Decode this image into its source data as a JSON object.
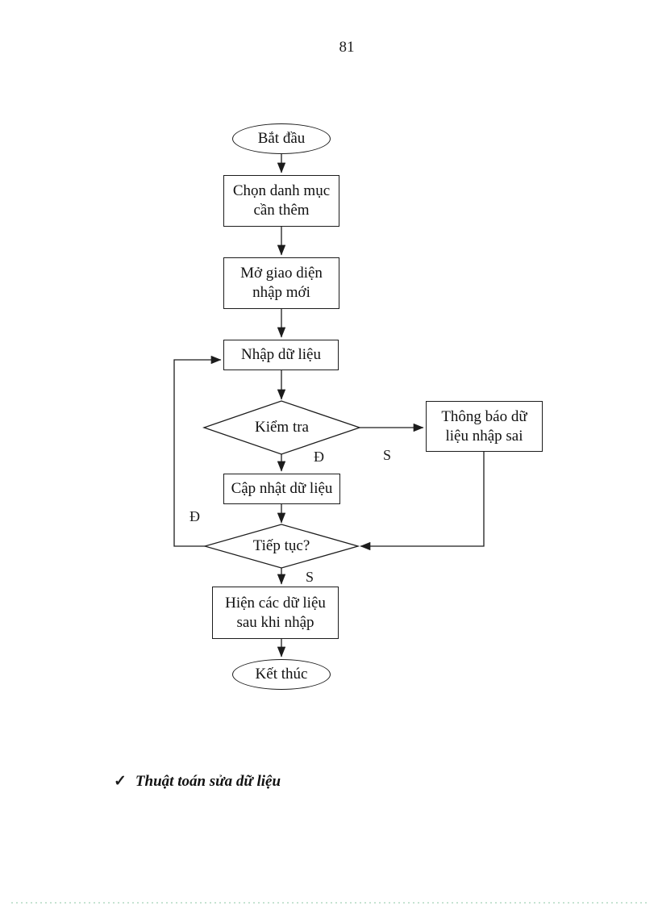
{
  "page": {
    "number": "81"
  },
  "flowchart": {
    "nodes": {
      "start": "Bắt đầu",
      "choose_category": "Chọn danh mục\ncần thêm",
      "open_interface": "Mở giao diện\nnhập mới",
      "enter_data": "Nhập dữ liệu",
      "check": "Kiểm tra",
      "error_message": "Thông báo dữ\nliệu nhập sai",
      "update_data": "Cập nhật dữ liệu",
      "continue": "Tiếp tục?",
      "show_data": "Hiện các dữ liệu\nsau khi nhập",
      "end": "Kết thúc"
    },
    "branch_labels": {
      "check_yes": "Đ",
      "check_no": "S",
      "continue_yes": "Đ",
      "continue_no": "S"
    }
  },
  "footer": {
    "bullet": "✓",
    "note": "Thuật toán sửa dữ liệu"
  },
  "colors": {
    "stroke": "#1c1c1c",
    "text": "#111111",
    "dotted_line": "#c5e3d2",
    "background": "#ffffff"
  }
}
